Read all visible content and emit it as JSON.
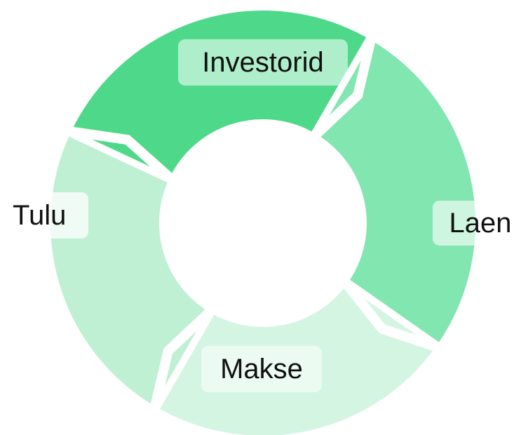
{
  "diagram": {
    "type": "cycle",
    "segments": [
      {
        "name": "investorid",
        "label": "Investorid",
        "color": "#4ed98a"
      },
      {
        "name": "laen",
        "label": "Laen",
        "color": "#82e6b0"
      },
      {
        "name": "makse",
        "label": "Makse",
        "color": "#d5f5e3"
      },
      {
        "name": "tulu",
        "label": "Tulu",
        "color": "#bff0d3"
      }
    ]
  }
}
